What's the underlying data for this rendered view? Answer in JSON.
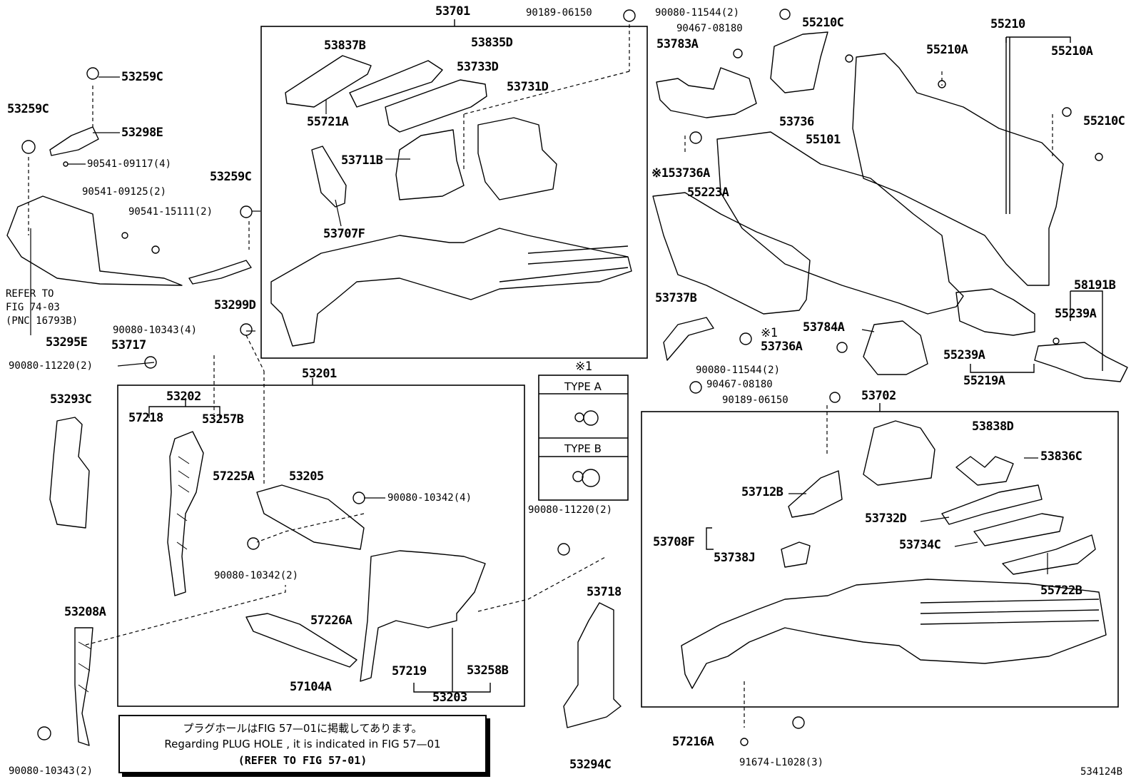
{
  "diagram": {
    "drawing_number": "534124B",
    "groups": {
      "g53701": "53701",
      "g53201": "53201",
      "g53702": "53702",
      "g55210": "55210"
    },
    "callout": {
      "mark": "※1",
      "type_a": "TYPE A",
      "type_b": "TYPE B"
    },
    "note": {
      "line1": "プラグホールはFIG 57—01に掲載してあります。",
      "line2": "Regarding  PLUG  HOLE , it is indicated in FIG  57—01",
      "line3": "(REFER TO FIG 57-01)"
    },
    "refer": {
      "line1": "REFER TO",
      "line2": "FIG 74-03",
      "line3": "(PNC 16793B)"
    },
    "labels": {
      "p53259C_a": "53259C",
      "p53259C_b": "53259C",
      "p53259C_c": "53259C",
      "p53298E": "53298E",
      "p90541_09117": "90541-09117(4)",
      "p90541_09125": "90541-09125(2)",
      "p90541_15111": "90541-15111(2)",
      "p53299D": "53299D",
      "p53295E": "53295E",
      "p90080_10343a": "90080-10343(4)",
      "p53717": "53717",
      "p90080_11220a": "90080-11220(2)",
      "p53293C": "53293C",
      "p53202": "53202",
      "p57218": "57218",
      "p53257B": "53257B",
      "p57225A": "57225A",
      "p53205": "53205",
      "p90080_10342a": "90080-10342(4)",
      "p90080_10342b": "90080-10342(2)",
      "p57226A": "57226A",
      "p57219": "57219",
      "p53258B": "53258B",
      "p53203": "53203",
      "p57104A": "57104A",
      "p53208A": "53208A",
      "p90080_10343b": "90080-10343(2)",
      "p90080_11220b": "90080-11220(2)",
      "p53718": "53718",
      "p53294C": "53294C",
      "p57216A": "57216A",
      "p91674": "91674-L1028(3)",
      "p53837B": "53837B",
      "p53835D": "53835D",
      "p53733D": "53733D",
      "p53731D": "53731D",
      "p55721A": "55721A",
      "p53711B": "53711B",
      "p53707F": "53707F",
      "p90189_06150a": "90189-06150",
      "p90080_11544a": "90080-11544(2)",
      "p90467_08180a": "90467-08180",
      "p53783A": "53783A",
      "p53736": "53736",
      "p53736A_a": "※153736A",
      "p55101": "55101",
      "p55223A": "55223A",
      "p55210C_a": "55210C",
      "p55210A_a": "55210A",
      "p55210A_b": "55210A",
      "p55210C_b": "55210C",
      "p53737B": "53737B",
      "p53784A": "53784A",
      "p53736A_b": "53736A",
      "p53736A_mark": "※1",
      "p90080_11544b": "90080-11544(2)",
      "p90467_08180b": "90467-08180",
      "p90189_06150b": "90189-06150",
      "p58191B": "58191B",
      "p55239A_a": "55239A",
      "p55239A_b": "55239A",
      "p55219A": "55219A",
      "p53838D": "53838D",
      "p53836C": "53836C",
      "p53712B": "53712B",
      "p53732D": "53732D",
      "p53734C": "53734C",
      "p53708F": "53708F",
      "p53738J": "53738J",
      "p55722B": "55722B"
    }
  }
}
